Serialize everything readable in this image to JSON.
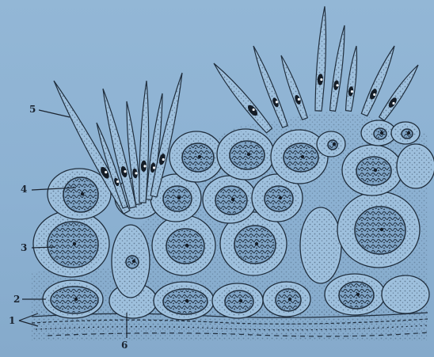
{
  "diagram": {
    "labels": [
      {
        "id": "label-1",
        "text": "1"
      },
      {
        "id": "label-2",
        "text": "2"
      },
      {
        "id": "label-3",
        "text": "3"
      },
      {
        "id": "label-4",
        "text": "4"
      },
      {
        "id": "label-5",
        "text": "5"
      },
      {
        "id": "label-6",
        "text": "6"
      }
    ]
  },
  "colors": {
    "background": "#8fb3d3",
    "ink": "#1b2430",
    "cell_fill": "#9ec0dd",
    "stipple": "#34485e"
  }
}
